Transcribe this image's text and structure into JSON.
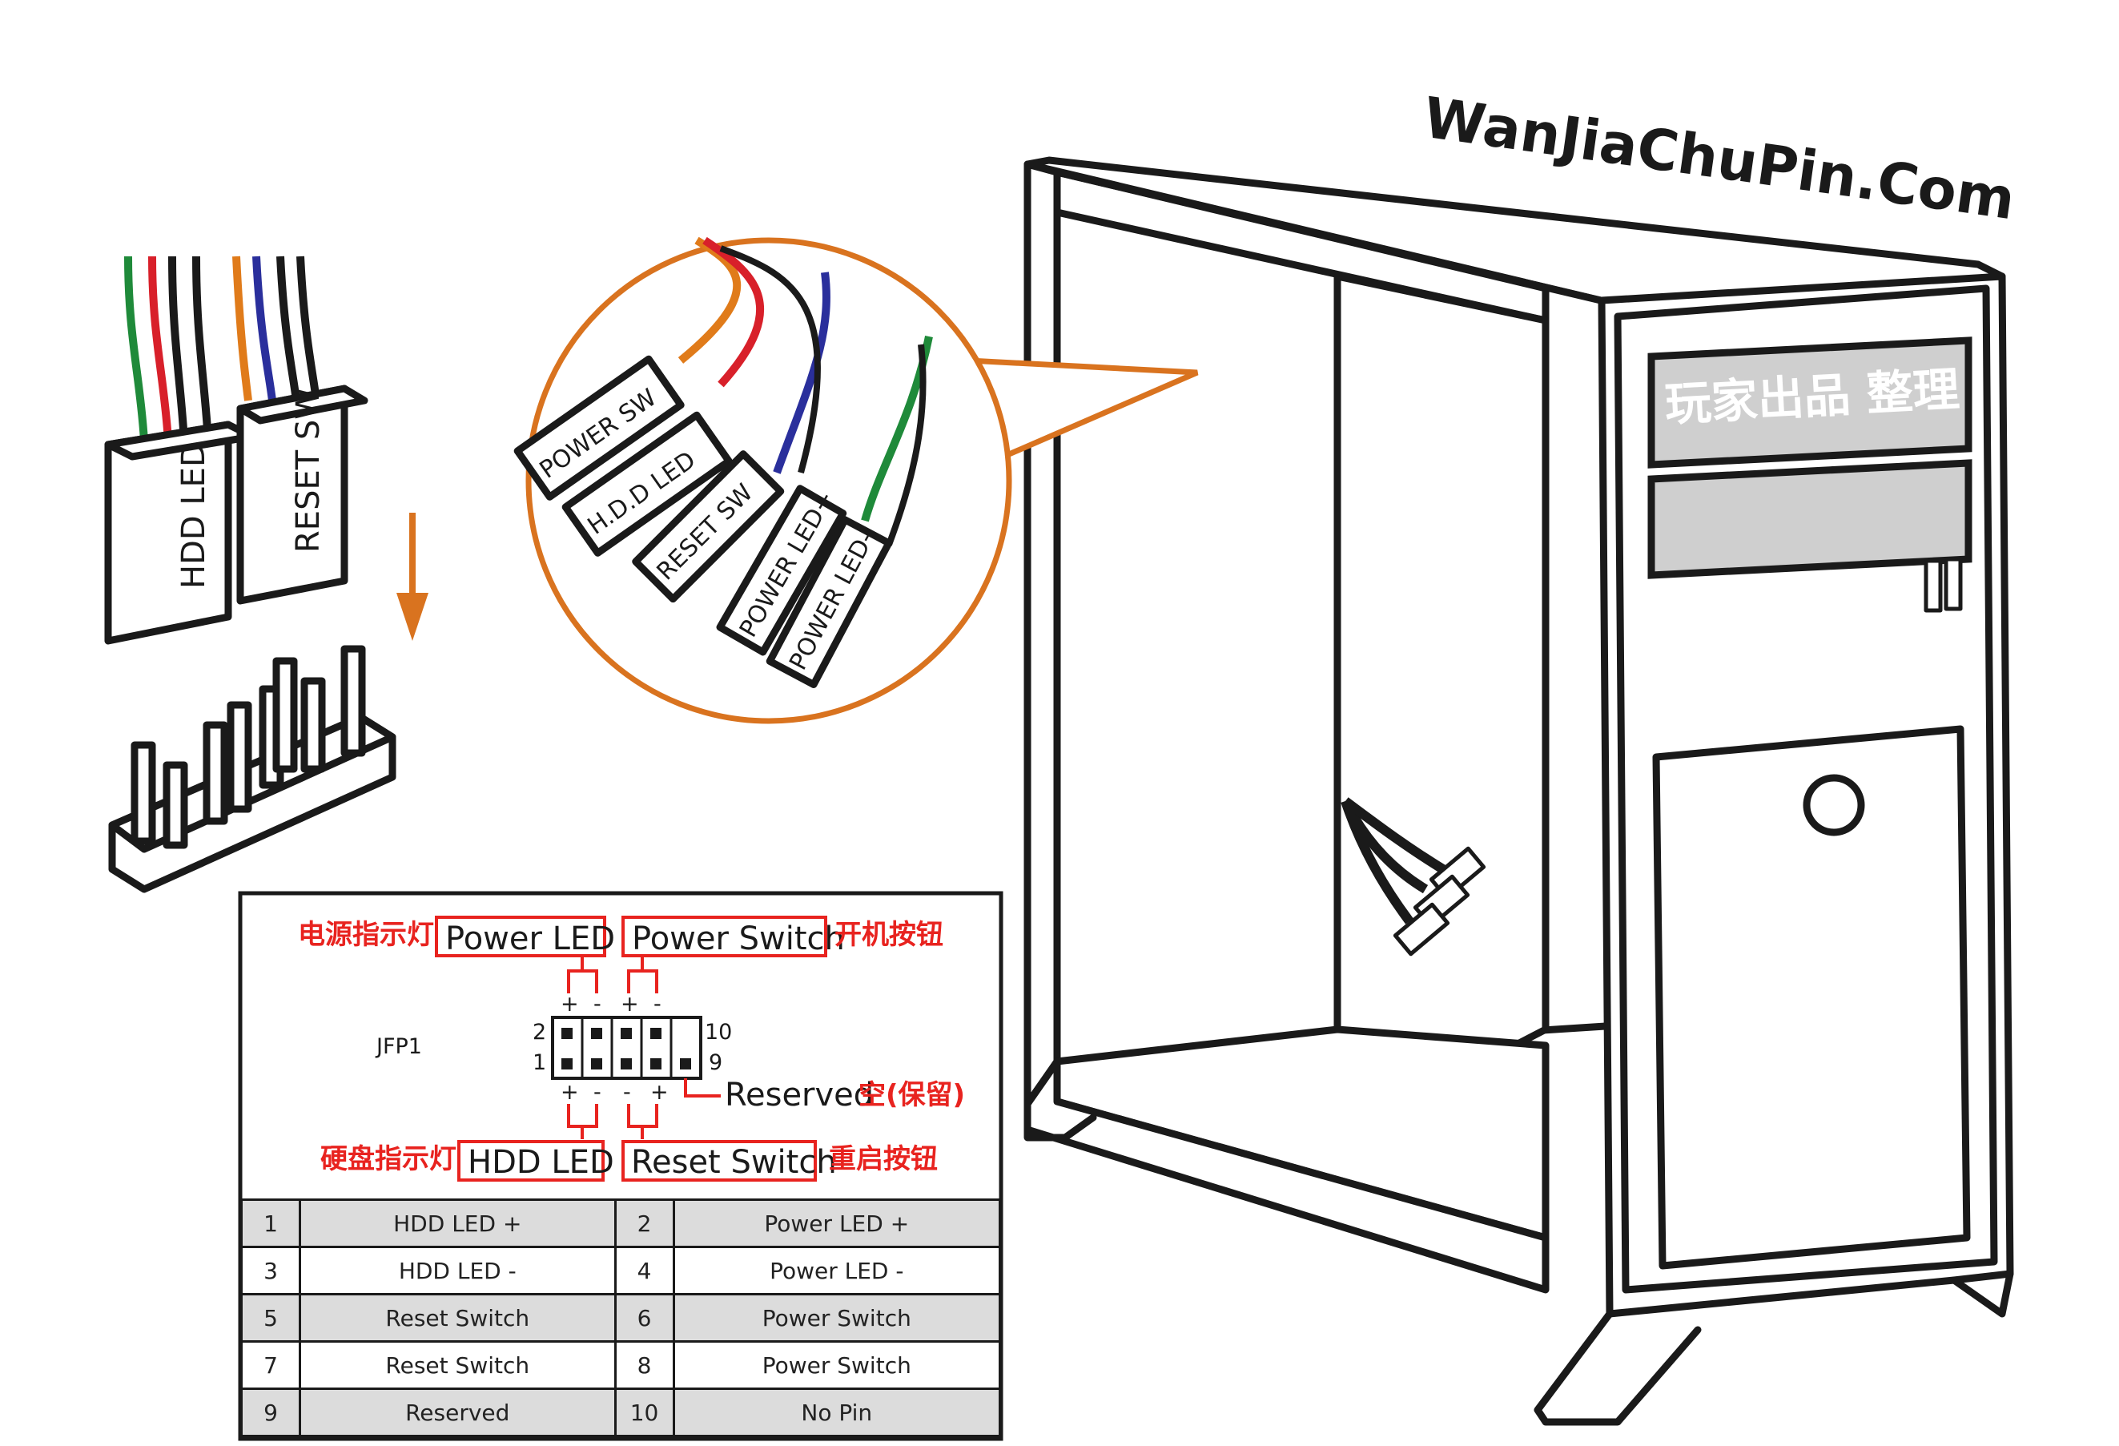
{
  "watermark": "WanJiaChuPin.Com",
  "panel_label": "玩家出品 整理",
  "connector_labels": {
    "hdd_led": "HDD LED",
    "reset_sw": "RESET SW"
  },
  "zoom_labels": [
    "POWER SW",
    "H.D.D LED",
    "RESET SW",
    "POWER LED+",
    "POWER LED-"
  ],
  "pinout": {
    "header_name": "JFP1",
    "power_led_cn": "电源指示灯",
    "power_led": "Power LED",
    "power_switch": "Power Switch",
    "power_switch_cn": "开机按钮",
    "hdd_led_cn": "硬盘指示灯",
    "hdd_led": "HDD LED",
    "reset_switch": "Reset Switch",
    "reset_switch_cn": "重启按钮",
    "reserved": "Reserved",
    "reserved_cn": "空(保留)",
    "pin2": "2",
    "pin10": "10",
    "pin1": "1",
    "pin9": "9",
    "plus": "+",
    "minus": "-"
  },
  "table": [
    {
      "n1": "1",
      "v1": "HDD LED +",
      "n2": "2",
      "v2": "Power LED +"
    },
    {
      "n1": "3",
      "v1": "HDD LED -",
      "n2": "4",
      "v2": "Power LED -"
    },
    {
      "n1": "5",
      "v1": "Reset Switch",
      "n2": "6",
      "v2": "Power Switch"
    },
    {
      "n1": "7",
      "v1": "Reset Switch",
      "n2": "8",
      "v2": "Power Switch"
    },
    {
      "n1": "9",
      "v1": "Reserved",
      "n2": "10",
      "v2": "No Pin"
    }
  ],
  "colors": {
    "accent_orange": "#d9731f",
    "label_red": "#e8231f",
    "wire_green": "#1f8a3a",
    "wire_red": "#d8202a",
    "wire_orange": "#e07b1a",
    "wire_blue": "#2a2f9c"
  }
}
